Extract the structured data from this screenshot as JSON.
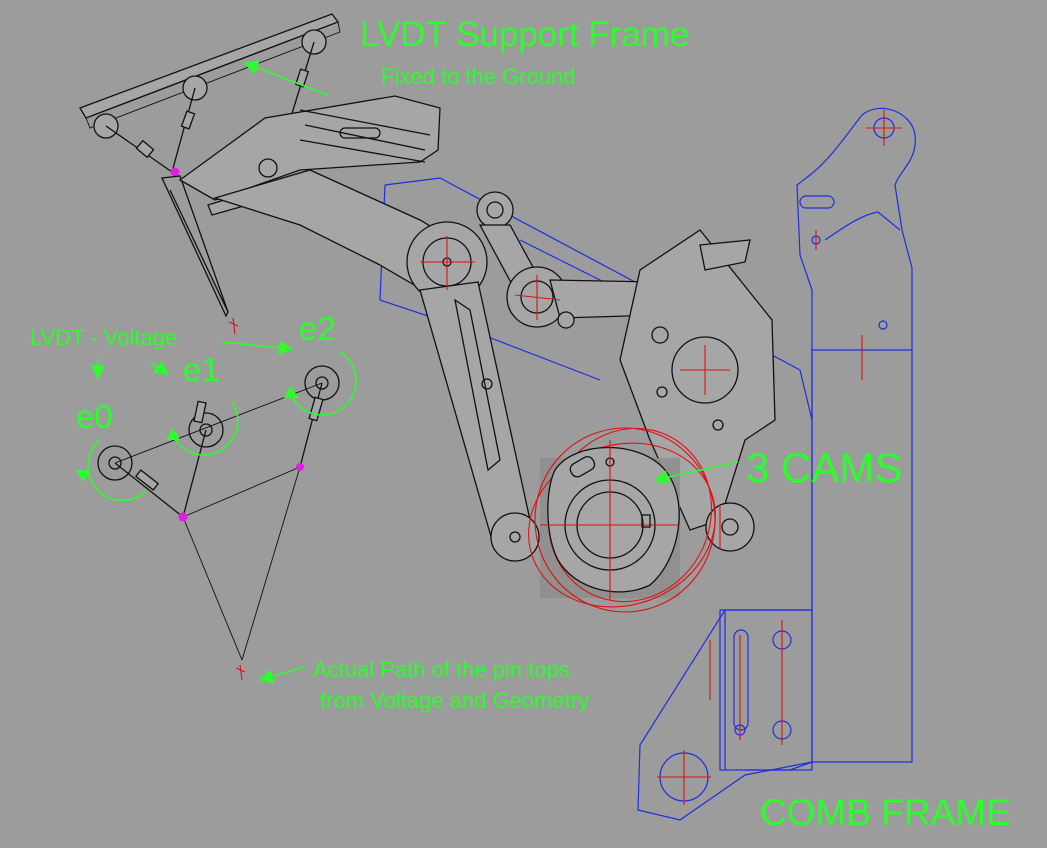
{
  "labels": {
    "support_frame": "LVDT Support Frame",
    "fixed_ground": "Fixed to the Ground",
    "lvdt_voltage": "LVDT - Voltage",
    "e0": "e0",
    "e1": "e1",
    "e2": "e2",
    "cams": "3 CAMS",
    "actual_path_1": "Actual Path of the pin tops",
    "actual_path_2": "from Voltage and Geometry",
    "comb_frame": "COMB FRAME"
  },
  "colors": {
    "background": "#9c9c9c",
    "annotation": "#2bff2b",
    "outline": "#111111",
    "comb_frame": "#1e2ee0",
    "construction": "#e01010",
    "pin_marker": "#e020e0"
  }
}
